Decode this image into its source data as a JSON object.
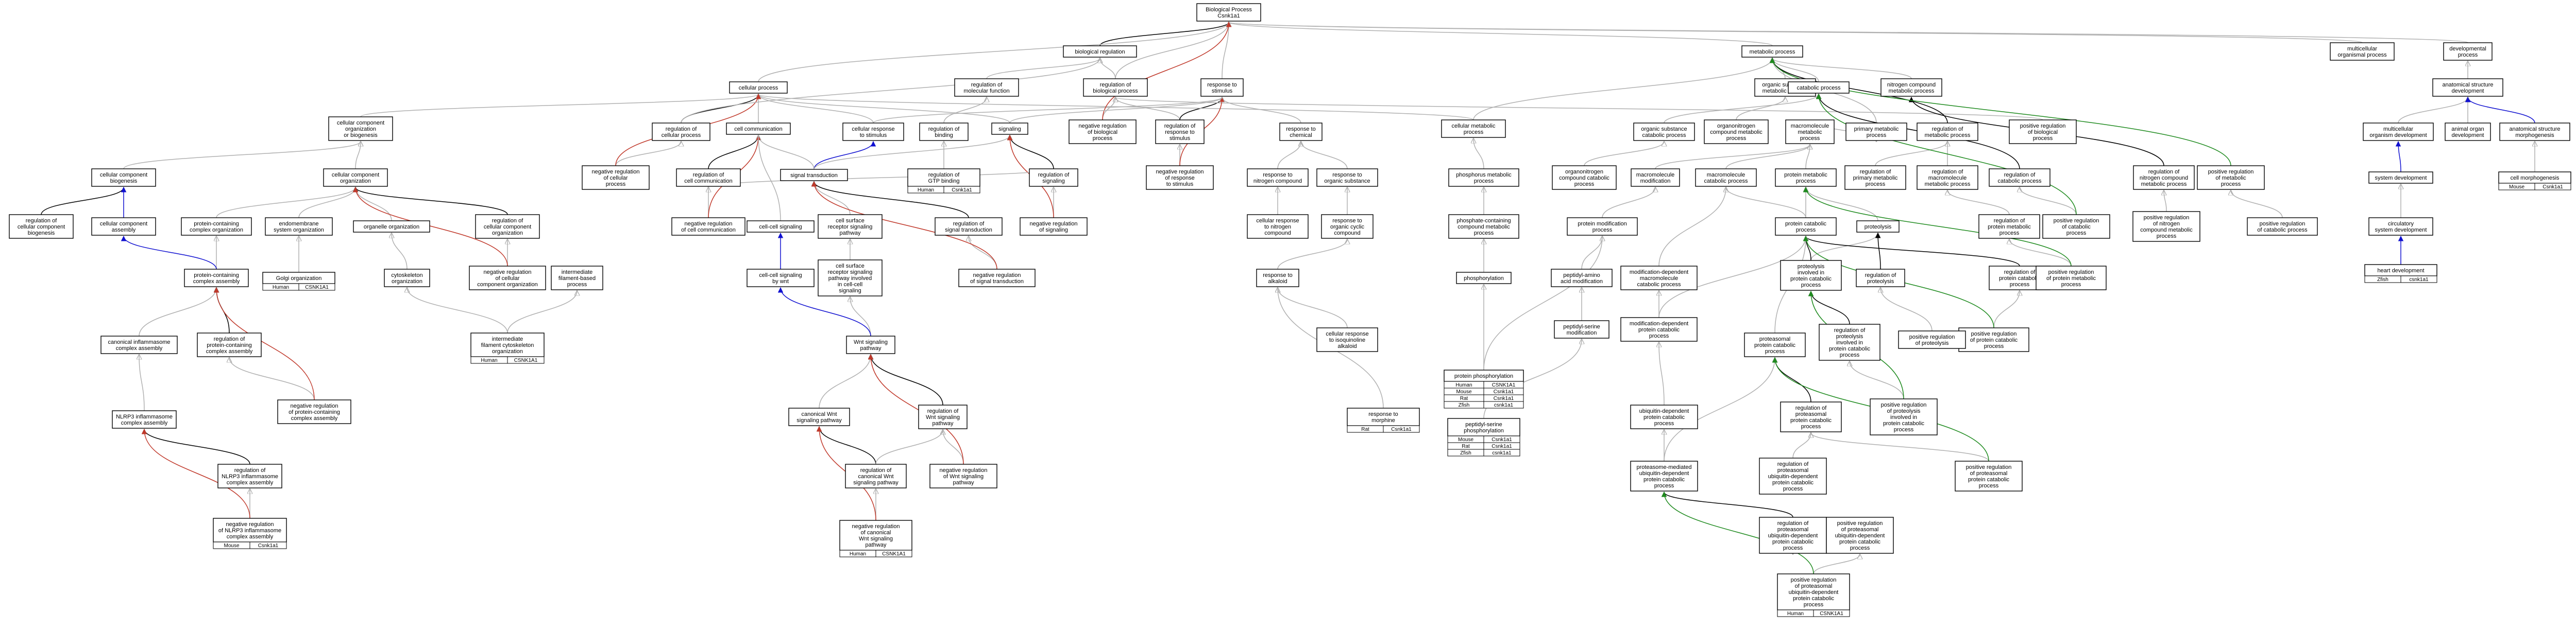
{
  "colors": {
    "is_a": "#b0b0b0",
    "part_of": "#000000",
    "regulates": "#000000",
    "negatively_regulates": "#c0392b",
    "positively_regulates": "#1e8a1e",
    "signaling_link": "#1010d0",
    "Human": "#e8553c",
    "Mouse": "#a9d3e3",
    "Rat": "#f5d30a",
    "Zfish": "#5b8dd9"
  },
  "nodes": [
    {
      "id": "bp",
      "lines": [
        "Biological Process",
        "Csnk1a1"
      ]
    },
    {
      "id": "biolreg",
      "lines": [
        "biological regulation"
      ]
    },
    {
      "id": "cellproc",
      "lines": [
        "cellular process"
      ]
    },
    {
      "id": "regmolfun",
      "lines": [
        "regulation of",
        "molecular function"
      ]
    },
    {
      "id": "regbioproc",
      "lines": [
        "regulation of",
        "biological process"
      ]
    },
    {
      "id": "resp_stim",
      "lines": [
        "response to",
        "stimulus"
      ]
    },
    {
      "id": "metproc",
      "lines": [
        "metabolic process"
      ]
    },
    {
      "id": "multiorg",
      "lines": [
        "multicellular",
        "organismal process"
      ]
    },
    {
      "id": "devproc",
      "lines": [
        "developmental",
        "process"
      ]
    },
    {
      "id": "ccob",
      "lines": [
        "cellular component",
        "organization",
        "or biogenesis"
      ]
    },
    {
      "id": "regcellproc",
      "lines": [
        "regulation of",
        "cellular process"
      ]
    },
    {
      "id": "cellcomm",
      "lines": [
        "cell communication"
      ]
    },
    {
      "id": "cellresp",
      "lines": [
        "cellular response",
        "to stimulus"
      ]
    },
    {
      "id": "regbinding",
      "lines": [
        "regulation of",
        "binding"
      ]
    },
    {
      "id": "signaling",
      "lines": [
        "signaling"
      ]
    },
    {
      "id": "negregbio",
      "lines": [
        "negative regulation",
        "of biological",
        "process"
      ]
    },
    {
      "id": "regrespstim",
      "lines": [
        "regulation of",
        "response to",
        "stimulus"
      ]
    },
    {
      "id": "respchem",
      "lines": [
        "response to",
        "chemical"
      ]
    },
    {
      "id": "cellmet",
      "lines": [
        "cellular metabolic",
        "process"
      ]
    },
    {
      "id": "orgsubmet",
      "lines": [
        "organic substance",
        "metabolic process"
      ]
    },
    {
      "id": "catproc",
      "lines": [
        "catabolic process"
      ]
    },
    {
      "id": "nitcompmet",
      "lines": [
        "nitrogen compound",
        "metabolic process"
      ]
    },
    {
      "id": "posregbio",
      "lines": [
        "positive regulation",
        "of biological",
        "process"
      ]
    },
    {
      "id": "anatdev",
      "lines": [
        "anatomical structure",
        "development"
      ]
    },
    {
      "id": "ccbiogen",
      "lines": [
        "cellular component",
        "biogenesis"
      ]
    },
    {
      "id": "ccorg",
      "lines": [
        "cellular component",
        "organization"
      ]
    },
    {
      "id": "negregcell",
      "lines": [
        "negative regulation",
        "of cellular",
        "process"
      ]
    },
    {
      "id": "regcellcomm",
      "lines": [
        "regulation of",
        "cell communication"
      ]
    },
    {
      "id": "sigtrans",
      "lines": [
        "signal transduction"
      ]
    },
    {
      "id": "reggtp",
      "lines": [
        "regulation of",
        "GTP binding"
      ]
    },
    {
      "id": "regsignaling",
      "lines": [
        "regulation of",
        "signaling"
      ]
    },
    {
      "id": "negregresp",
      "lines": [
        "negative regulation",
        "of response",
        "to stimulus"
      ]
    },
    {
      "id": "respnitro",
      "lines": [
        "response to",
        "nitrogen compound"
      ]
    },
    {
      "id": "respsub",
      "lines": [
        "response to",
        "organic substance"
      ]
    },
    {
      "id": "phosmet",
      "lines": [
        "phosphorus metabolic",
        "process"
      ]
    },
    {
      "id": "orgsubcat",
      "lines": [
        "organic substance",
        "catabolic process"
      ]
    },
    {
      "id": "orgnitmet",
      "lines": [
        "organonitrogen",
        "compound metabolic",
        "process"
      ]
    },
    {
      "id": "macromet",
      "lines": [
        "macromolecule",
        "metabolic",
        "process"
      ]
    },
    {
      "id": "primmet",
      "lines": [
        "primary metabolic",
        "process"
      ]
    },
    {
      "id": "regmetproc",
      "lines": [
        "regulation of",
        "metabolic process"
      ]
    },
    {
      "id": "multidev",
      "lines": [
        "multicellular",
        "organism development"
      ]
    },
    {
      "id": "animorg",
      "lines": [
        "animal organ",
        "development"
      ]
    },
    {
      "id": "anatmorph",
      "lines": [
        "anatomical structure",
        "morphogenesis"
      ]
    },
    {
      "id": "regccbio",
      "lines": [
        "regulation of",
        "cellular component",
        "biogenesis"
      ]
    },
    {
      "id": "ccassembly",
      "lines": [
        "cellular component",
        "assembly"
      ]
    },
    {
      "id": "protcontorg",
      "lines": [
        "protein-containing",
        "complex organization"
      ]
    },
    {
      "id": "endomem",
      "lines": [
        "endomembrane",
        "system organization"
      ]
    },
    {
      "id": "organelle",
      "lines": [
        "organelle organization"
      ]
    },
    {
      "id": "regccorg",
      "lines": [
        "regulation of",
        "cellular component",
        "organization"
      ]
    },
    {
      "id": "negregcellcomm",
      "lines": [
        "negative regulation",
        "of cell communication"
      ]
    },
    {
      "id": "cellcellsig",
      "lines": [
        "cell-cell signaling"
      ]
    },
    {
      "id": "cellsurf",
      "lines": [
        "cell surface",
        "receptor signaling",
        "pathway"
      ]
    },
    {
      "id": "regsigtrans",
      "lines": [
        "regulation of",
        "signal transduction"
      ]
    },
    {
      "id": "negregsig",
      "lines": [
        "negative regulation",
        "of signaling"
      ]
    },
    {
      "id": "cellrespnitro",
      "lines": [
        "cellular response",
        "to nitrogen",
        "compound"
      ]
    },
    {
      "id": "resporgcyc",
      "lines": [
        "response to",
        "organic cyclic",
        "compound"
      ]
    },
    {
      "id": "phoscont",
      "lines": [
        "phosphate-containing",
        "compound metabolic",
        "process"
      ]
    },
    {
      "id": "orgcat",
      "lines": [
        "organonitrogen",
        "compound catabolic",
        "process"
      ]
    },
    {
      "id": "macromod",
      "lines": [
        "macromolecule",
        "modification"
      ]
    },
    {
      "id": "macrocat",
      "lines": [
        "macromolecule",
        "catabolic process"
      ]
    },
    {
      "id": "protmet",
      "lines": [
        "protein metabolic",
        "process"
      ]
    },
    {
      "id": "regprimmet",
      "lines": [
        "regulation of",
        "primary metabolic",
        "process"
      ]
    },
    {
      "id": "regmacromet",
      "lines": [
        "regulation of",
        "macromolecule",
        "metabolic process"
      ]
    },
    {
      "id": "regcatproc",
      "lines": [
        "regulation of",
        "catabolic process"
      ]
    },
    {
      "id": "regnitmet",
      "lines": [
        "regulation of",
        "nitrogen compound",
        "metabolic process"
      ]
    },
    {
      "id": "posregmet",
      "lines": [
        "positive regulation",
        "of metabolic",
        "process"
      ]
    },
    {
      "id": "sysdev",
      "lines": [
        "system development"
      ]
    },
    {
      "id": "cellmorph",
      "lines": [
        "cell morphogenesis"
      ]
    },
    {
      "id": "protcompasm",
      "lines": [
        "protein-containing",
        "complex assembly"
      ]
    },
    {
      "id": "golgi",
      "lines": [
        "Golgi organization"
      ]
    },
    {
      "id": "cytoskel",
      "lines": [
        "cytoskeleton",
        "organization"
      ]
    },
    {
      "id": "negregccorg",
      "lines": [
        "negative regulation",
        "of cellular",
        "component organization"
      ]
    },
    {
      "id": "intfil",
      "lines": [
        "intermediate",
        "filament-based",
        "process"
      ]
    },
    {
      "id": "cellsig_wnt",
      "lines": [
        "cell-cell signaling",
        "by wnt"
      ]
    },
    {
      "id": "cellsurfwnt",
      "lines": [
        "cell surface",
        "receptor signaling",
        "pathway involved",
        "in cell-cell",
        "signaling"
      ]
    },
    {
      "id": "negregsigtrans",
      "lines": [
        "negative regulation",
        "of signal transduction"
      ]
    },
    {
      "id": "respalk",
      "lines": [
        "response to",
        "alkaloid"
      ]
    },
    {
      "id": "phosphor",
      "lines": [
        "phosphorylation"
      ]
    },
    {
      "id": "protmod",
      "lines": [
        "protein modification",
        "process"
      ]
    },
    {
      "id": "protcat",
      "lines": [
        "protein catabolic",
        "process"
      ]
    },
    {
      "id": "proteolysis",
      "lines": [
        "proteolysis"
      ]
    },
    {
      "id": "regprotmet",
      "lines": [
        "regulation of",
        "protein metabolic",
        "process"
      ]
    },
    {
      "id": "posregcat",
      "lines": [
        "positive regulation",
        "of catabolic",
        "process"
      ]
    },
    {
      "id": "posregnit",
      "lines": [
        "positive regulation",
        "of nitrogen",
        "compound metabolic",
        "process"
      ]
    },
    {
      "id": "posregcatproc",
      "lines": [
        "positive regulation",
        "of catabolic process"
      ]
    },
    {
      "id": "circsys",
      "lines": [
        "circulatory",
        "system development"
      ]
    },
    {
      "id": "heartdev",
      "lines": [
        "heart development"
      ]
    },
    {
      "id": "canonasm",
      "lines": [
        "canonical inflammasome",
        "complex assembly"
      ]
    },
    {
      "id": "regprotcomp",
      "lines": [
        "regulation of",
        "protein-containing",
        "complex assembly"
      ]
    },
    {
      "id": "intfilorg",
      "lines": [
        "intermediate",
        "filament cytoskeleton",
        "organization"
      ]
    },
    {
      "id": "wnt",
      "lines": [
        "Wnt signaling",
        "pathway"
      ]
    },
    {
      "id": "cellrespalk",
      "lines": [
        "cellular response",
        "to isoquinoline",
        "alkaloid"
      ]
    },
    {
      "id": "peptaa",
      "lines": [
        "peptidyl-amino",
        "acid modification"
      ]
    },
    {
      "id": "moddepcat",
      "lines": [
        "modification-dependent",
        "macromolecule",
        "catabolic process"
      ]
    },
    {
      "id": "protprot",
      "lines": [
        "proteolysis",
        "involved in",
        "protein catabolic",
        "process"
      ]
    },
    {
      "id": "regproteolysis",
      "lines": [
        "regulation of",
        "proteolysis"
      ]
    },
    {
      "id": "regprotcat",
      "lines": [
        "regulation of",
        "protein catabolic",
        "process"
      ]
    },
    {
      "id": "posregprotmet",
      "lines": [
        "positive regulation",
        "of protein metabolic",
        "process"
      ]
    },
    {
      "id": "nlrp3",
      "lines": [
        "NLRP3 inflammasome",
        "complex assembly"
      ]
    },
    {
      "id": "negregprotcomp",
      "lines": [
        "negative regulation",
        "of protein-containing",
        "complex assembly"
      ]
    },
    {
      "id": "canonwnt",
      "lines": [
        "canonical Wnt",
        "signaling pathway"
      ]
    },
    {
      "id": "regwnt",
      "lines": [
        "regulation of",
        "Wnt signaling",
        "pathway"
      ]
    },
    {
      "id": "respmorph",
      "lines": [
        "response to",
        "morphine"
      ]
    },
    {
      "id": "protphos",
      "lines": [
        "protein phosphorylation"
      ]
    },
    {
      "id": "peptser",
      "lines": [
        "peptidyl-serine",
        "modification"
      ]
    },
    {
      "id": "moddepprotcat",
      "lines": [
        "modification-dependent",
        "protein catabolic",
        "process"
      ]
    },
    {
      "id": "proteasomecat",
      "lines": [
        "proteasomal",
        "protein catabolic",
        "process"
      ]
    },
    {
      "id": "regprotinvolved",
      "lines": [
        "regulation of",
        "proteolysis",
        "involved in",
        "protein catabolic",
        "process"
      ]
    },
    {
      "id": "posregprotcat",
      "lines": [
        "positive regulation",
        "of protein catabolic",
        "process"
      ]
    },
    {
      "id": "posregproteolysis",
      "lines": [
        "positive regulation",
        "of proteolysis"
      ]
    },
    {
      "id": "regnlrp3",
      "lines": [
        "regulation of",
        "NLRP3 inflammasome",
        "complex assembly"
      ]
    },
    {
      "id": "regcanonwnt",
      "lines": [
        "regulation of",
        "canonical Wnt",
        "signaling pathway"
      ]
    },
    {
      "id": "negregwnt",
      "lines": [
        "negative regulation",
        "of Wnt signaling",
        "pathway"
      ]
    },
    {
      "id": "peptserphos",
      "lines": [
        "peptidyl-serine",
        "phosphorylation"
      ]
    },
    {
      "id": "ubiqcat",
      "lines": [
        "ubiquitin-dependent",
        "protein catabolic",
        "process"
      ]
    },
    {
      "id": "regproteasomal",
      "lines": [
        "regulation of",
        "proteasomal",
        "protein catabolic",
        "process"
      ]
    },
    {
      "id": "posregprotinv",
      "lines": [
        "positive regulation",
        "of proteolysis",
        "involved in",
        "protein catabolic",
        "process"
      ]
    },
    {
      "id": "negregnlrp3",
      "lines": [
        "negative regulation",
        "of NLRP3 inflammasome",
        "complex assembly"
      ]
    },
    {
      "id": "negregcanonwnt",
      "lines": [
        "negative regulation",
        "of canonical",
        "Wnt signaling",
        "pathway"
      ]
    },
    {
      "id": "protubiq",
      "lines": [
        "proteasome-mediated",
        "ubiquitin-dependent",
        "protein catabolic",
        "process"
      ]
    },
    {
      "id": "regprotubiq",
      "lines": [
        "regulation of",
        "proteasomal",
        "ubiquitin-dependent",
        "protein catabolic",
        "process"
      ]
    },
    {
      "id": "posregproteasomal",
      "lines": [
        "positive regulation",
        "of proteasomal",
        "protein catabolic",
        "process"
      ]
    },
    {
      "id": "regprotubiq2",
      "lines": [
        "regulation of",
        "proteasomal",
        "ubiquitin-dependent",
        "protein catabolic",
        "process"
      ]
    },
    {
      "id": "posregproteasubiq",
      "lines": [
        "positive regulation",
        "of proteasomal",
        "ubiquitin-dependent",
        "protein catabolic",
        "process"
      ]
    },
    {
      "id": "posregfinal",
      "lines": [
        "positive regulation",
        "of proteasomal",
        "ubiquitin-dependent",
        "protein catabolic",
        "process"
      ]
    }
  ],
  "annotations": {
    "reggtp": [
      [
        "Human",
        "Csnk1a1"
      ]
    ],
    "golgi": [
      [
        "Human",
        "CSNK1A1"
      ]
    ],
    "intfilorg": [
      [
        "Human",
        "CSNK1A1"
      ]
    ],
    "negregnlrp3": [
      [
        "Mouse",
        "Csnk1a1"
      ]
    ],
    "negregcanonwnt": [
      [
        "Human",
        "CSNK1A1"
      ]
    ],
    "respmorph": [
      [
        "Rat",
        "Csnk1a1"
      ]
    ],
    "protphos": [
      [
        "Human",
        "CSNK1A1"
      ],
      [
        "Mouse",
        "Csnk1a1"
      ],
      [
        "Rat",
        "Csnk1a1"
      ],
      [
        "Zfish",
        "csnk1a1"
      ]
    ],
    "peptserphos": [
      [
        "Mouse",
        "Csnk1a1"
      ],
      [
        "Rat",
        "Csnk1a1"
      ],
      [
        "Zfish",
        "csnk1a1"
      ]
    ],
    "posregfinal": [
      [
        "Human",
        "CSNK1A1"
      ]
    ],
    "cellmorph": [
      [
        "Mouse",
        "Csnk1a1"
      ]
    ],
    "heartdev": [
      [
        "Zfish",
        "csnk1a1"
      ]
    ]
  }
}
